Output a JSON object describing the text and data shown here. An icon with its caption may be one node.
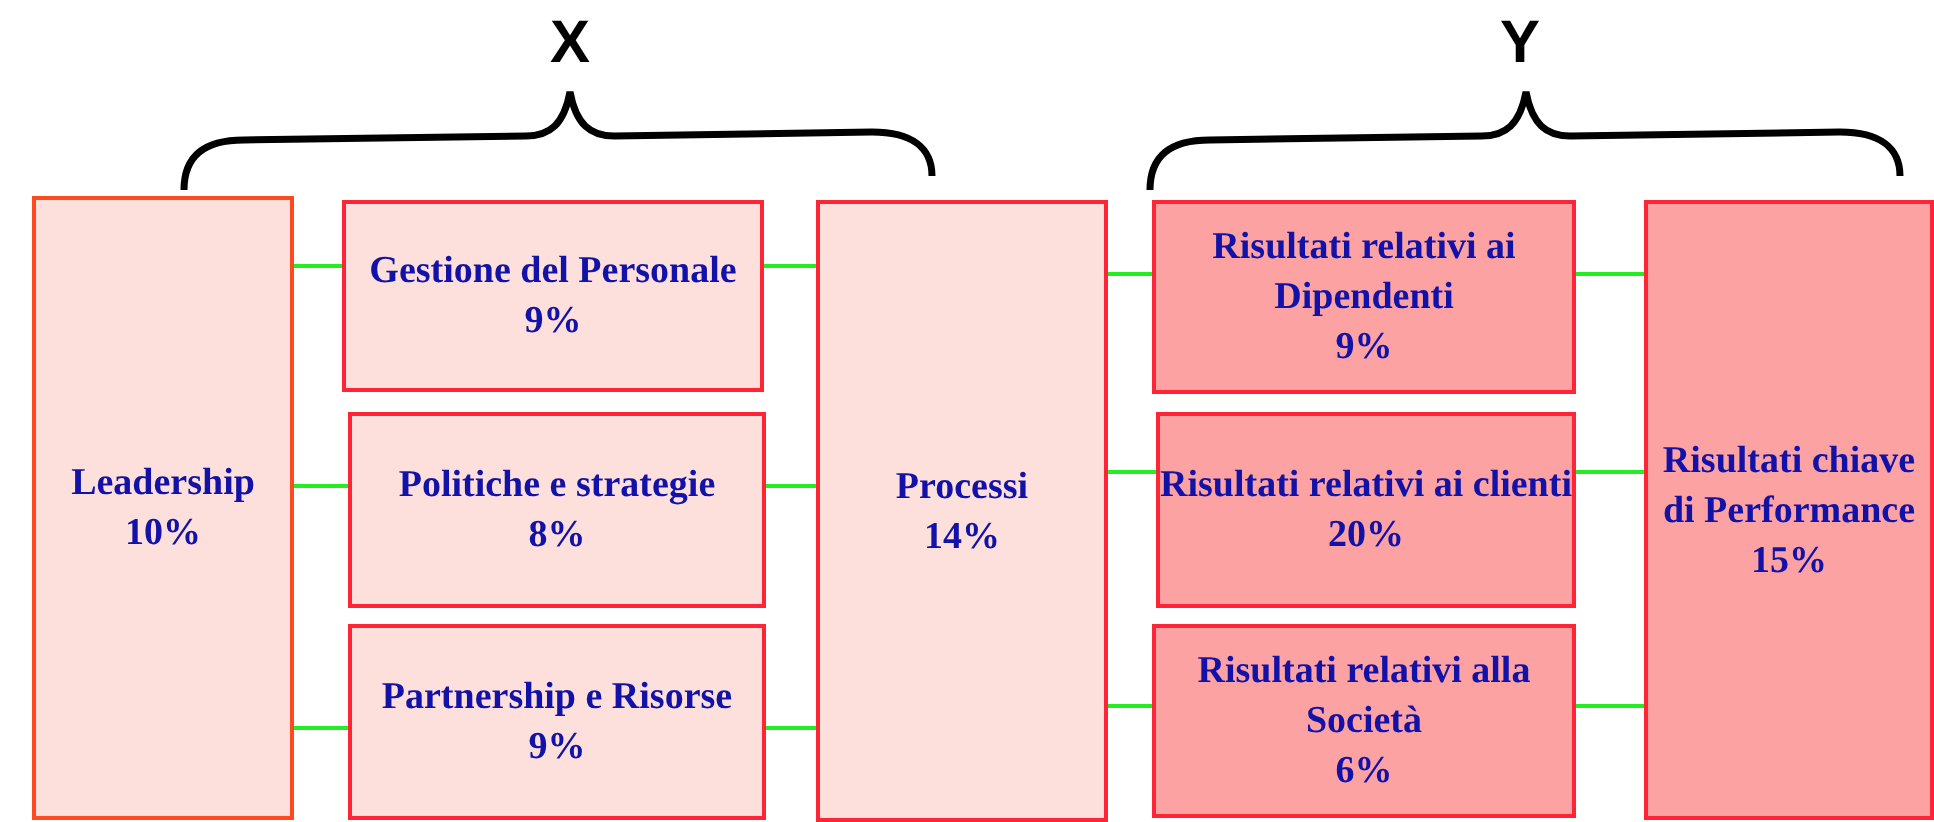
{
  "diagram": {
    "nodes": [
      {
        "text": [
          "Leadership",
          "10%"
        ]
      },
      {
        "text": [
          "Gestione del Personale",
          "9%"
        ]
      },
      {
        "text": [
          "Politiche e strategie",
          "8%"
        ]
      },
      {
        "text": [
          "Partnership e Risorse",
          "9%"
        ]
      },
      {
        "text": [
          "Processi",
          "14%"
        ]
      },
      {
        "text": [
          "Risultati relativi ai Dipendenti",
          "9%"
        ]
      },
      {
        "text": [
          "Risultati relativi ai clienti",
          "20%"
        ]
      },
      {
        "text": [
          "Risultati relativi alla Società",
          "6%"
        ]
      },
      {
        "text": [
          "Risultati chiave di Performance",
          "15%"
        ]
      }
    ],
    "edges": [
      {
        "from": 0,
        "to": 1,
        "arrow": "none"
      },
      {
        "from": 0,
        "to": 2,
        "arrow": "none"
      },
      {
        "from": 0,
        "to": 3,
        "arrow": "none"
      },
      {
        "from": 1,
        "to": 4,
        "arrow": "none"
      },
      {
        "from": 2,
        "to": 4,
        "arrow": "none"
      },
      {
        "from": 3,
        "to": 4,
        "arrow": "none"
      },
      {
        "from": 4,
        "to": 5,
        "arrow": "none"
      },
      {
        "from": 4,
        "to": 6,
        "arrow": "none"
      },
      {
        "from": 4,
        "to": 7,
        "arrow": "none"
      },
      {
        "from": 5,
        "to": 8,
        "arrow": "none"
      },
      {
        "from": 6,
        "to": 8,
        "arrow": "none"
      },
      {
        "from": 7,
        "to": 8,
        "arrow": "none"
      }
    ],
    "labels": [
      "X",
      "Y"
    ]
  }
}
